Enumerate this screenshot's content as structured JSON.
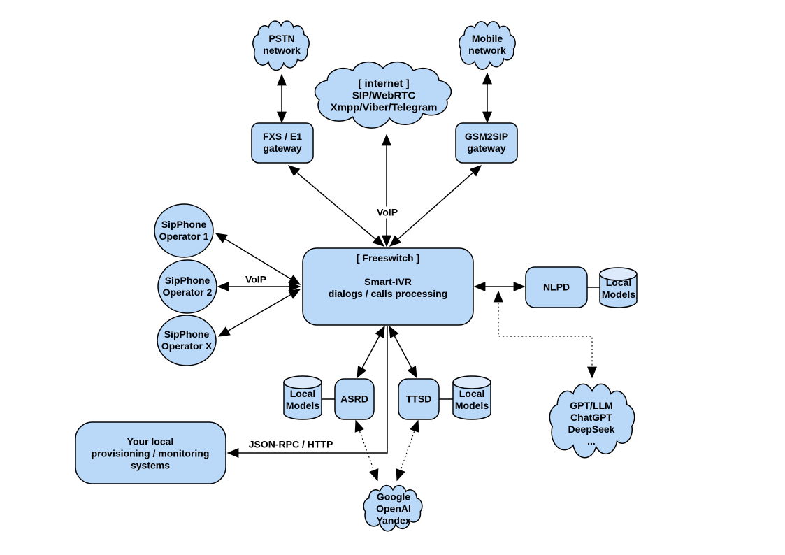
{
  "colors": {
    "background": "#FFFFFF",
    "node_fill": "#BAD8F8",
    "cylinder_top_fill": "#DCEAFB",
    "stroke": "#000000"
  },
  "nodes": {
    "pstn_network": {
      "shape": "cloud",
      "label": "PSTN\nnetwork"
    },
    "mobile_network": {
      "shape": "cloud",
      "label": "Mobile\nnetwork"
    },
    "internet": {
      "shape": "cloud",
      "label": "[ internet ]\nSIP/WebRTC\nXmpp/Viber/Telegram"
    },
    "fxs_gateway": {
      "shape": "rounded-rect",
      "label": "FXS / E1\ngateway"
    },
    "gsm2sip_gateway": {
      "shape": "rounded-rect",
      "label": "GSM2SIP\ngateway"
    },
    "sipphone_operator_1": {
      "shape": "circle",
      "label": "SipPhone\nOperator 1"
    },
    "sipphone_operator_2": {
      "shape": "circle",
      "label": "SipPhone\nOperator 2"
    },
    "sipphone_operator_x": {
      "shape": "circle",
      "label": "SipPhone\nOperator X"
    },
    "freeswitch": {
      "shape": "rounded-rect",
      "label": "[ Freeswitch ]\n\nSmart-IVR\ndialogs / calls processing"
    },
    "nlpd": {
      "shape": "rounded-rect",
      "label": "NLPD"
    },
    "nlpd_local_models": {
      "shape": "cylinder",
      "label": "Local\nModels"
    },
    "asrd": {
      "shape": "rounded-rect",
      "label": "ASRD"
    },
    "asrd_local_models": {
      "shape": "cylinder",
      "label": "Local\nModels"
    },
    "ttsd": {
      "shape": "rounded-rect",
      "label": "TTSD"
    },
    "ttsd_local_models": {
      "shape": "cylinder",
      "label": "Local\nModels"
    },
    "provisioning": {
      "shape": "rounded-rect",
      "label": "Your local\nprovisioning / monitoring\nsystems"
    },
    "google_cloud": {
      "shape": "cloud",
      "label": "Google\nOpenAI\nYandex"
    },
    "gpt_cloud": {
      "shape": "cloud",
      "label": "GPT/LLM\nChatGPT\nDeepSeek\n..."
    }
  },
  "edge_labels": {
    "voip_top": "VoIP",
    "voip_left": "VoIP",
    "json_rpc": "JSON-RPC / HTTP"
  }
}
